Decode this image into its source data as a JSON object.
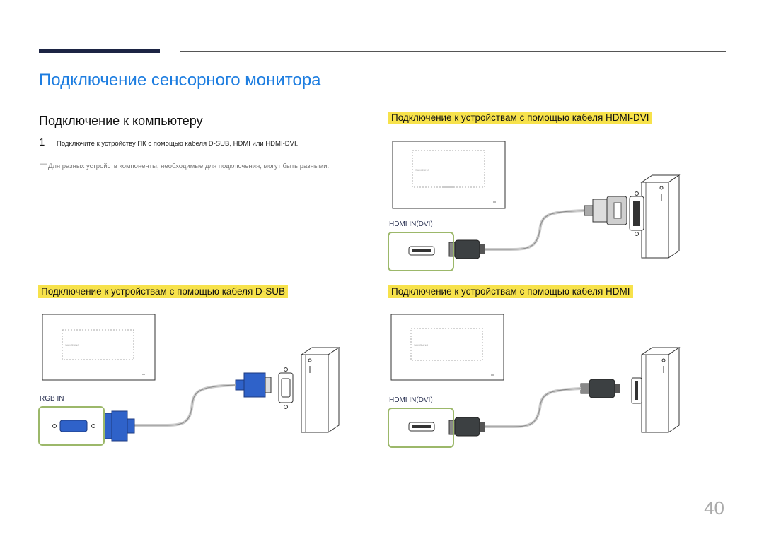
{
  "page_title": "Подключение сенсорного монитора",
  "section_title": "Подключение к компьютеру",
  "step": {
    "number": "1",
    "text": "Подключите к устройству ПК с помощью кабеля D-SUB, HDMI или HDMI-DVI."
  },
  "note": {
    "dash": "―",
    "text": "Для разных устройств компоненты, необходимые для подключения, могут быть разными."
  },
  "diagrams": {
    "dvi": {
      "heading": "Подключение к устройствам с помощью кабеля HDMI-DVI",
      "port_label": "HDMI IN(DVI)",
      "brand": "SAMSUNG"
    },
    "dsub": {
      "heading": "Подключение к устройствам с помощью кабеля D-SUB",
      "port_label": "RGB IN",
      "brand": "SAMSUNG"
    },
    "hdmi": {
      "heading": "Подключение к устройствам с помощью кабеля HDMI",
      "port_label": "HDMI IN(DVI)",
      "brand": "SAMSUNG"
    }
  },
  "page_number": "40",
  "colors": {
    "title_blue": "#1d7de0",
    "highlight_yellow": "#f7e24b",
    "port_frame_green": "#9cb86a",
    "vga_blue": "#2f62c9",
    "rule_navy": "#1c2444"
  }
}
